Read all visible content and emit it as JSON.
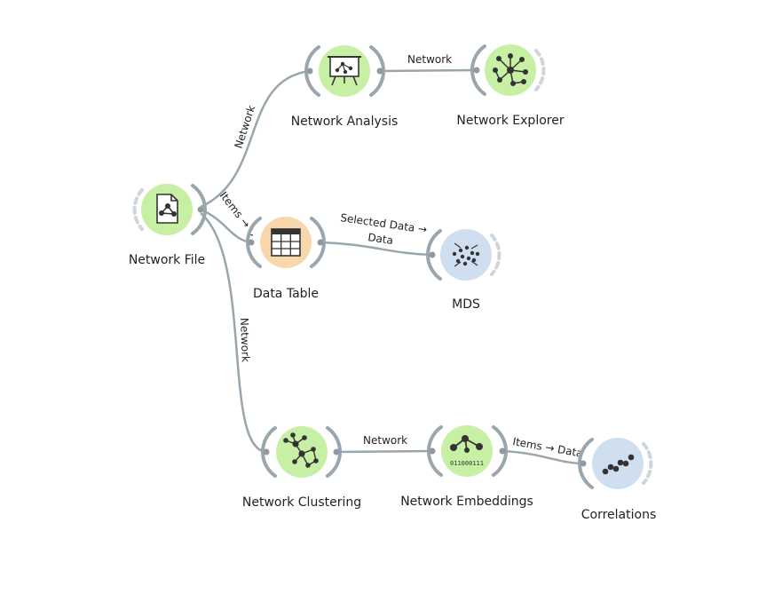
{
  "colors": {
    "green_node": "#c7f0a4",
    "orange_node": "#f9d7ad",
    "blue_node": "#cfdff0",
    "link": "#9aa6ad"
  },
  "nodes": {
    "network_file": {
      "label": "Network File",
      "icon": "network-file-icon"
    },
    "network_analysis": {
      "label": "Network Analysis",
      "icon": "presentation-chart-icon"
    },
    "network_explorer": {
      "label": "Network Explorer",
      "icon": "network-graph-icon"
    },
    "data_table": {
      "label": "Data Table",
      "icon": "table-grid-icon"
    },
    "mds": {
      "label": "MDS",
      "icon": "scatter-arrows-icon"
    },
    "network_clustering": {
      "label": "Network Clustering",
      "icon": "cluster-graph-icon"
    },
    "network_embeddings": {
      "label": "Network Embeddings",
      "icon": "embedding-graph-icon",
      "binary_text": "011000111"
    },
    "correlations": {
      "label": "Correlations",
      "icon": "correlation-dots-icon"
    }
  },
  "links": {
    "file_to_analysis": "Network",
    "analysis_to_explorer": "Network",
    "file_to_table": "Items → Data",
    "table_to_mds_line1": "Selected Data →",
    "table_to_mds_line2": "Data",
    "file_to_clustering": "Network",
    "clustering_to_embeddings": "Network",
    "embeddings_to_correlations": "Items → Data"
  }
}
